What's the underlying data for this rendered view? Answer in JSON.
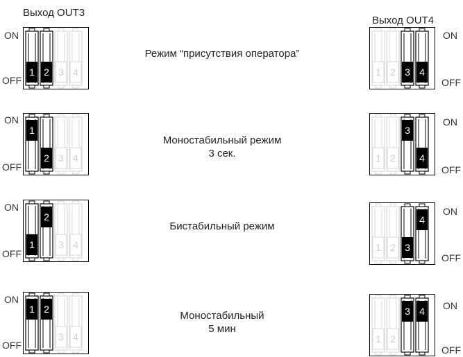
{
  "header": {
    "left": "Выход OUT3",
    "right": "Выход OUT4"
  },
  "labels": {
    "on": "ON",
    "off": "OFF"
  },
  "colors": {
    "active_switch": "#000000",
    "inactive_switch": "#d9d9d9",
    "frame": "#000000"
  },
  "rows": [
    {
      "mode_lines": [
        "Режим “присутствия оператора”"
      ],
      "out3_switches": [
        {
          "number": "1",
          "active": true,
          "position": "OFF"
        },
        {
          "number": "2",
          "active": true,
          "position": "OFF"
        },
        {
          "number": "3",
          "active": false,
          "position": "OFF"
        },
        {
          "number": "4",
          "active": false,
          "position": "OFF"
        }
      ],
      "out4_switches": [
        {
          "number": "1",
          "active": false,
          "position": "OFF"
        },
        {
          "number": "2",
          "active": false,
          "position": "OFF"
        },
        {
          "number": "3",
          "active": true,
          "position": "OFF"
        },
        {
          "number": "4",
          "active": true,
          "position": "OFF"
        }
      ]
    },
    {
      "mode_lines": [
        "Моностабильный режим",
        "3 сек."
      ],
      "out3_switches": [
        {
          "number": "1",
          "active": true,
          "position": "ON"
        },
        {
          "number": "2",
          "active": true,
          "position": "OFF"
        },
        {
          "number": "3",
          "active": false,
          "position": "OFF"
        },
        {
          "number": "4",
          "active": false,
          "position": "OFF"
        }
      ],
      "out4_switches": [
        {
          "number": "1",
          "active": false,
          "position": "OFF"
        },
        {
          "number": "2",
          "active": false,
          "position": "OFF"
        },
        {
          "number": "3",
          "active": true,
          "position": "ON"
        },
        {
          "number": "4",
          "active": true,
          "position": "OFF"
        }
      ]
    },
    {
      "mode_lines": [
        "Бистабильный режим"
      ],
      "out3_switches": [
        {
          "number": "1",
          "active": true,
          "position": "OFF"
        },
        {
          "number": "2",
          "active": true,
          "position": "ON"
        },
        {
          "number": "3",
          "active": false,
          "position": "OFF"
        },
        {
          "number": "4",
          "active": false,
          "position": "OFF"
        }
      ],
      "out4_switches": [
        {
          "number": "1",
          "active": false,
          "position": "OFF"
        },
        {
          "number": "2",
          "active": false,
          "position": "OFF"
        },
        {
          "number": "3",
          "active": true,
          "position": "OFF"
        },
        {
          "number": "4",
          "active": true,
          "position": "ON"
        }
      ]
    },
    {
      "mode_lines": [
        "Моностабильный",
        "5 мин"
      ],
      "out3_switches": [
        {
          "number": "1",
          "active": true,
          "position": "ON"
        },
        {
          "number": "2",
          "active": true,
          "position": "ON"
        },
        {
          "number": "3",
          "active": false,
          "position": "OFF"
        },
        {
          "number": "4",
          "active": false,
          "position": "OFF"
        }
      ],
      "out4_switches": [
        {
          "number": "1",
          "active": false,
          "position": "OFF"
        },
        {
          "number": "2",
          "active": false,
          "position": "OFF"
        },
        {
          "number": "3",
          "active": true,
          "position": "ON"
        },
        {
          "number": "4",
          "active": true,
          "position": "ON"
        }
      ]
    }
  ]
}
